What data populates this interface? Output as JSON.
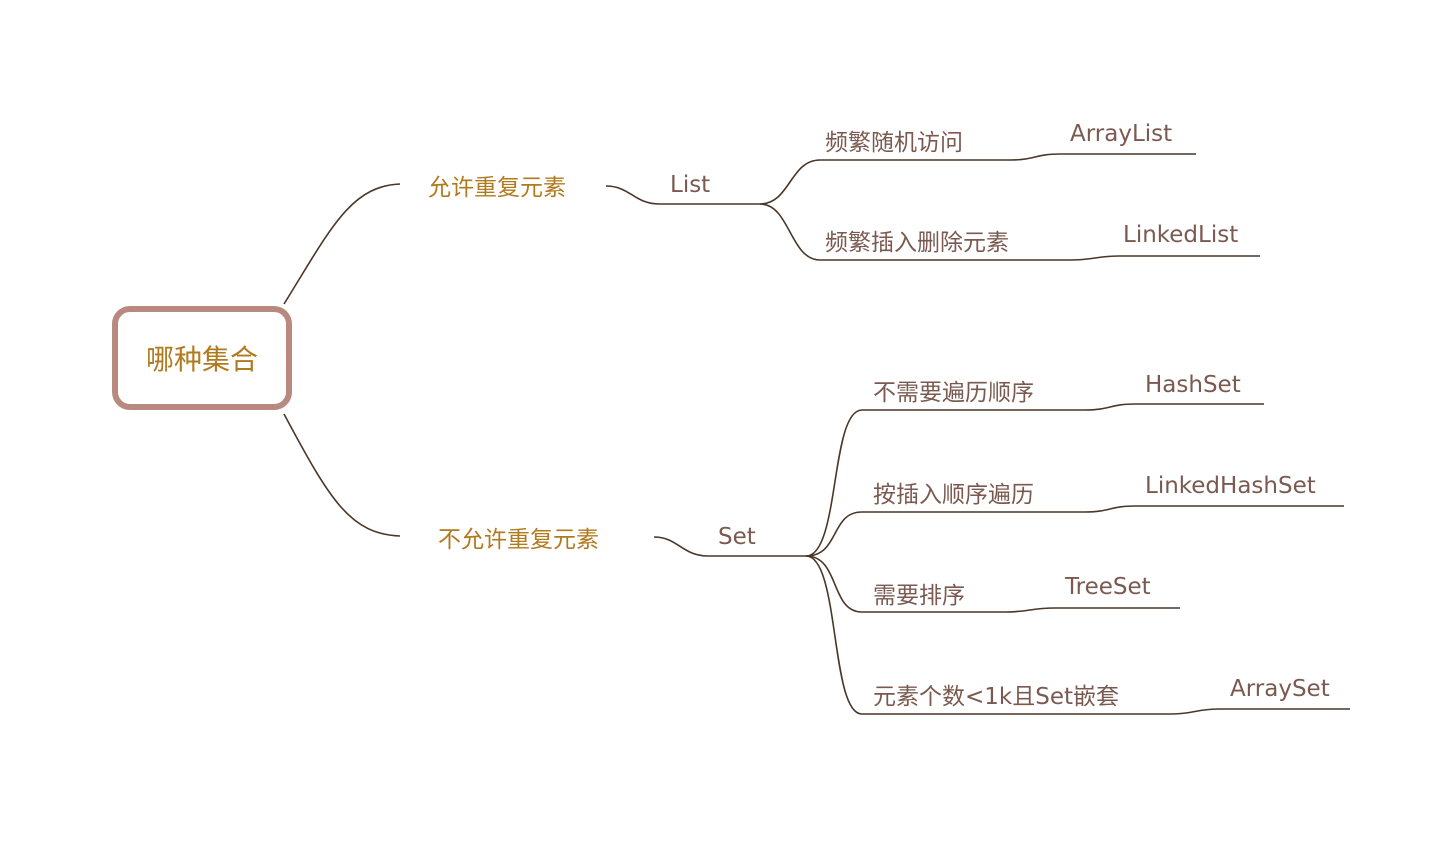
{
  "root": {
    "label": "哪种集合"
  },
  "branches": [
    {
      "label": "允许重复元素",
      "child": {
        "label": "List",
        "conditions": [
          {
            "label": "频繁随机访问",
            "result": "ArrayList"
          },
          {
            "label": "频繁插入删除元素",
            "result": "LinkedList"
          }
        ]
      }
    },
    {
      "label": "不允许重复元素",
      "child": {
        "label": "Set",
        "conditions": [
          {
            "label": "不需要遍历顺序",
            "result": "HashSet"
          },
          {
            "label": "按插入顺序遍历",
            "result": "LinkedHashSet"
          },
          {
            "label": "需要排序",
            "result": "TreeSet"
          },
          {
            "label": "元素个数<1k且Set嵌套",
            "result": "ArraySet"
          }
        ]
      }
    }
  ],
  "colors": {
    "root_border": "#b88a7f",
    "level1_text": "#b07a1e",
    "text": "#7a5a50",
    "line": "#4a3728"
  }
}
